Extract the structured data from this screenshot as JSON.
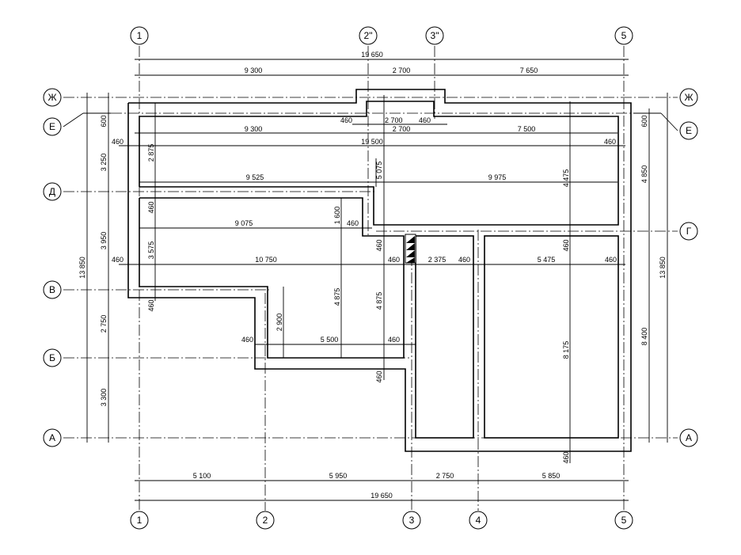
{
  "axes": {
    "top": [
      "1",
      "2\"",
      "3\"",
      "5"
    ],
    "bottom": [
      "1",
      "2",
      "3",
      "4",
      "5"
    ],
    "left": [
      "Ж",
      "Е",
      "Д",
      "В",
      "Б",
      "А"
    ],
    "right": [
      "Ж",
      "Е",
      "Г",
      "А"
    ]
  },
  "dims": {
    "top_total": "19 650",
    "top": [
      "9 300",
      "2 700",
      "7 650"
    ],
    "bottom_total": "19 650",
    "bottom": [
      "5 100",
      "5 950",
      "2 750",
      "5 850"
    ],
    "left_total": "13 850",
    "left": [
      "600",
      "3 250",
      "3 950",
      "2 750",
      "3 300"
    ],
    "right_total": "13 850",
    "right": [
      "600",
      "4 850",
      "8 400"
    ],
    "inner": [
      "460",
      "2 700",
      "460",
      "2 700",
      "9 300",
      "7 500",
      "19 500",
      "460",
      "460",
      "2 875",
      "9 525",
      "5 075",
      "9 975",
      "4 475",
      "460",
      "9 075",
      "1 600",
      "460",
      "3 575",
      "460",
      "460",
      "10 750",
      "460",
      "2 375",
      "460",
      "5 475",
      "460",
      "460",
      "460",
      "2 900",
      "4 875",
      "4 875",
      "5 500",
      "460",
      "460",
      "8 175",
      "460",
      "460"
    ]
  }
}
